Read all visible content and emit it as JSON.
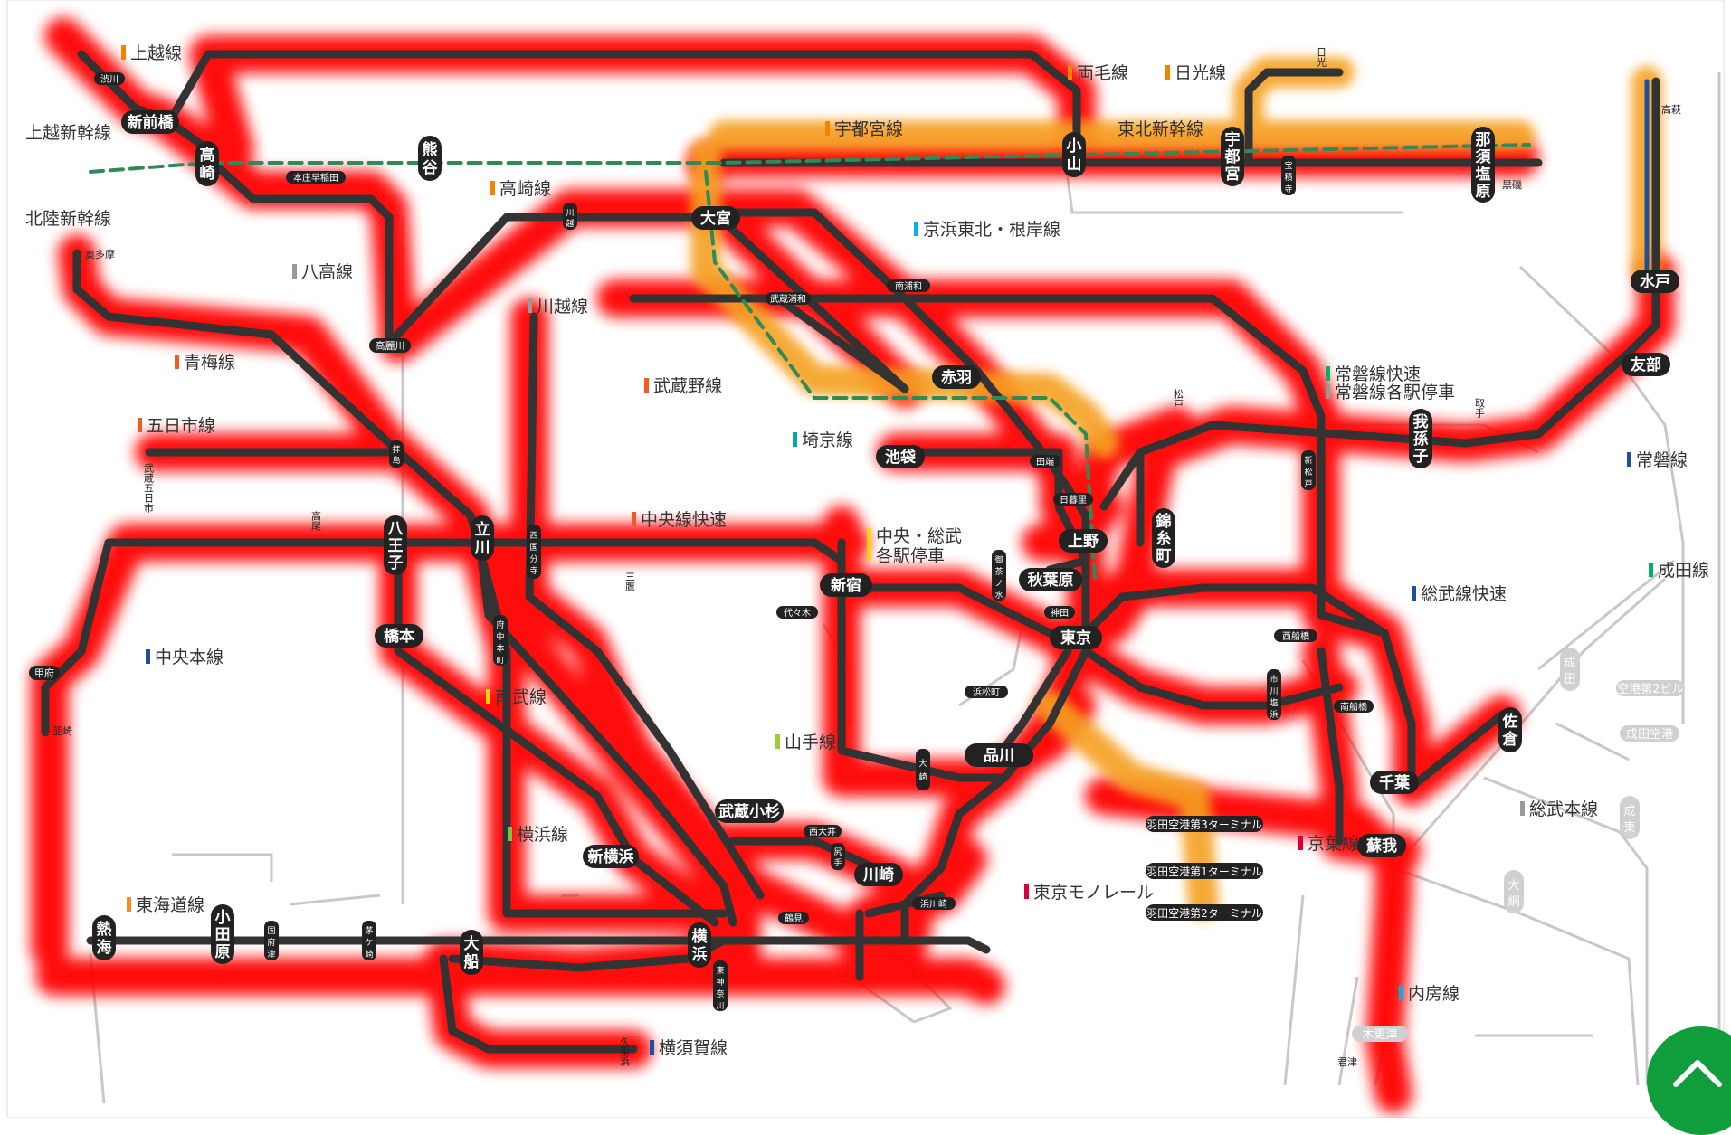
{
  "colors": {
    "delay_glow": "#ff0000",
    "minor_glow": "#f5a020",
    "track": "#333333",
    "scroll_button": "#109d3b"
  },
  "line_labels": [
    {
      "id": "joetsu",
      "text": "上越線",
      "color": "#f08300"
    },
    {
      "id": "ryomo",
      "text": "両毛線",
      "color": "#f08300"
    },
    {
      "id": "nikko",
      "text": "日光線",
      "color": "#f08300"
    },
    {
      "id": "utsunomiya",
      "text": "宇都宮線",
      "color": "#f08300"
    },
    {
      "id": "tohoku-shinkansen",
      "text": "東北新幹線",
      "color": "#333333"
    },
    {
      "id": "joetsu-shinkansen",
      "text": "上越新幹線",
      "color": "#333333"
    },
    {
      "id": "hokuriku-shinkansen",
      "text": "北陸新幹線",
      "color": "#333333"
    },
    {
      "id": "takasaki",
      "text": "高崎線",
      "color": "#f08300"
    },
    {
      "id": "keihin",
      "text": "京浜東北・根岸線",
      "color": "#00b2e5"
    },
    {
      "id": "hachiko",
      "text": "八高線",
      "color": "#999999"
    },
    {
      "id": "kawagoe",
      "text": "川越線",
      "color": "#999999"
    },
    {
      "id": "ome",
      "text": "青梅線",
      "color": "#f15a22"
    },
    {
      "id": "musashino",
      "text": "武蔵野線",
      "color": "#f15a22"
    },
    {
      "id": "itsukaichi",
      "text": "五日市線",
      "color": "#f15a22"
    },
    {
      "id": "saikyo",
      "text": "埼京線",
      "color": "#00ac9a"
    },
    {
      "id": "joban-rapid",
      "text": "常磐線快速",
      "color": "#00b261"
    },
    {
      "id": "joban-local",
      "text": "常磐線各駅停車",
      "color": "#999999"
    },
    {
      "id": "joban",
      "text": "常磐線",
      "color": "#1d4f9c"
    },
    {
      "id": "chuo-rapid",
      "text": "中央線快速",
      "color": "#f15a22"
    },
    {
      "id": "chuo-sobu-local",
      "text": "中央・総武\n各駅停車",
      "color": "#ffd400"
    },
    {
      "id": "sobu-rapid",
      "text": "総武線快速",
      "color": "#1d4f9c"
    },
    {
      "id": "narita",
      "text": "成田線",
      "color": "#00b261"
    },
    {
      "id": "chuo-main",
      "text": "中央本線",
      "color": "#1d4f9c"
    },
    {
      "id": "nambu",
      "text": "南武線",
      "color": "#ffd400"
    },
    {
      "id": "yamanote",
      "text": "山手線",
      "color": "#9acd32"
    },
    {
      "id": "yokohama",
      "text": "横浜線",
      "color": "#80c241"
    },
    {
      "id": "keiyo",
      "text": "京葉線",
      "color": "#d7003a"
    },
    {
      "id": "sobu-main",
      "text": "総武本線",
      "color": "#999999"
    },
    {
      "id": "tokaido",
      "text": "東海道線",
      "color": "#f68b1e"
    },
    {
      "id": "monorail",
      "text": "東京モノレール",
      "color": "#d7003a"
    },
    {
      "id": "uchibo",
      "text": "内房線",
      "color": "#00b2e5"
    },
    {
      "id": "yokosuka",
      "text": "横須賀線",
      "color": "#1d4f9c"
    }
  ],
  "stations_major": [
    {
      "id": "shin-maebashi",
      "text": "新前橋"
    },
    {
      "id": "takasaki",
      "text": "高崎"
    },
    {
      "id": "kumagaya",
      "text": "熊谷"
    },
    {
      "id": "oyama",
      "text": "小山"
    },
    {
      "id": "utsunomiya",
      "text": "宇都宮"
    },
    {
      "id": "nasushiobara",
      "text": "那須塩原"
    },
    {
      "id": "omiya",
      "text": "大宮"
    },
    {
      "id": "mito",
      "text": "水戸"
    },
    {
      "id": "tomobe",
      "text": "友部"
    },
    {
      "id": "akabane",
      "text": "赤羽"
    },
    {
      "id": "ikebukuro",
      "text": "池袋"
    },
    {
      "id": "abiko",
      "text": "我孫子"
    },
    {
      "id": "ueno",
      "text": "上野"
    },
    {
      "id": "kinshicho",
      "text": "錦糸町"
    },
    {
      "id": "akihabara",
      "text": "秋葉原"
    },
    {
      "id": "shinjuku",
      "text": "新宿"
    },
    {
      "id": "tokyo",
      "text": "東京"
    },
    {
      "id": "hachioji",
      "text": "八王子"
    },
    {
      "id": "tachikawa",
      "text": "立川"
    },
    {
      "id": "hashimoto",
      "text": "橋本"
    },
    {
      "id": "shinagawa",
      "text": "品川"
    },
    {
      "id": "sakura",
      "text": "佐倉"
    },
    {
      "id": "chiba",
      "text": "千葉"
    },
    {
      "id": "soga",
      "text": "蘇我"
    },
    {
      "id": "musashi-kosugi",
      "text": "武蔵小杉"
    },
    {
      "id": "shin-yokohama",
      "text": "新横浜"
    },
    {
      "id": "kawasaki",
      "text": "川崎"
    },
    {
      "id": "atami",
      "text": "熱海"
    },
    {
      "id": "odawara",
      "text": "小田原"
    },
    {
      "id": "ofuna",
      "text": "大船"
    },
    {
      "id": "yokohama",
      "text": "横浜"
    }
  ],
  "stations_minor": [
    {
      "id": "shibukawa",
      "text": "渋川"
    },
    {
      "id": "honjo-waseda",
      "text": "本庄早稲田"
    },
    {
      "id": "kawagoe",
      "text": "川越"
    },
    {
      "id": "komagawa",
      "text": "高麗川"
    },
    {
      "id": "okutama",
      "text": "奥多摩"
    },
    {
      "id": "haijima",
      "text": "拝島"
    },
    {
      "id": "musashi-itsukaichi",
      "text": "武蔵五日市"
    },
    {
      "id": "takao",
      "text": "高尾"
    },
    {
      "id": "nishi-kokubunji",
      "text": "西国分寺"
    },
    {
      "id": "fuchu-hommachi",
      "text": "府中本町"
    },
    {
      "id": "kofu",
      "text": "甲府"
    },
    {
      "id": "nirasaki",
      "text": "韮崎"
    },
    {
      "id": "musashi-urawa",
      "text": "武蔵浦和"
    },
    {
      "id": "minami-urawa",
      "text": "南浦和"
    },
    {
      "id": "tabata",
      "text": "田端"
    },
    {
      "id": "nippori",
      "text": "日暮里"
    },
    {
      "id": "ochanomizu",
      "text": "御茶ノ水"
    },
    {
      "id": "kanda",
      "text": "神田"
    },
    {
      "id": "yoyogi",
      "text": "代々木"
    },
    {
      "id": "mitaka",
      "text": "三鷹"
    },
    {
      "id": "hamamatsucho",
      "text": "浜松町"
    },
    {
      "id": "osaki",
      "text": "大崎"
    },
    {
      "id": "nishi-oi",
      "text": "西大井"
    },
    {
      "id": "shitte",
      "text": "尻手"
    },
    {
      "id": "tsurumi",
      "text": "鶴見"
    },
    {
      "id": "hama-kawasaki",
      "text": "浜川崎"
    },
    {
      "id": "higashi-kanagawa",
      "text": "東神奈川"
    },
    {
      "id": "kozu",
      "text": "国府津"
    },
    {
      "id": "chigasaki",
      "text": "茅ケ崎"
    },
    {
      "id": "kurihama",
      "text": "久里浜"
    },
    {
      "id": "matsudo",
      "text": "松戸"
    },
    {
      "id": "shin-matsudo",
      "text": "新松戸"
    },
    {
      "id": "toride",
      "text": "取手"
    },
    {
      "id": "nishi-funabashi",
      "text": "西船橋"
    },
    {
      "id": "ichikawa-shiohama",
      "text": "市川塩浜"
    },
    {
      "id": "minami-funabashi",
      "text": "南船橋"
    },
    {
      "id": "takahagi",
      "text": "高萩"
    },
    {
      "id": "hoshakuji",
      "text": "宝積寺"
    },
    {
      "id": "kuroiso",
      "text": "黒磯"
    },
    {
      "id": "nikko",
      "text": "日光"
    },
    {
      "id": "haneda-t3",
      "text": "羽田空港第3ターミナル"
    },
    {
      "id": "haneda-t1",
      "text": "羽田空港第1ターミナル"
    },
    {
      "id": "haneda-t2",
      "text": "羽田空港第2ターミナル"
    },
    {
      "id": "kimitsu",
      "text": "君津"
    }
  ],
  "stations_gray": [
    {
      "id": "narita",
      "text": "成田"
    },
    {
      "id": "narita-airport-bldg",
      "text": "空港第2ビル"
    },
    {
      "id": "narita-airport",
      "text": "成田空港"
    },
    {
      "id": "naruto",
      "text": "成東"
    },
    {
      "id": "oami",
      "text": "大網"
    },
    {
      "id": "kisarazu",
      "text": "木更津"
    }
  ],
  "scroll_button": {
    "label": "ページトップへ"
  }
}
